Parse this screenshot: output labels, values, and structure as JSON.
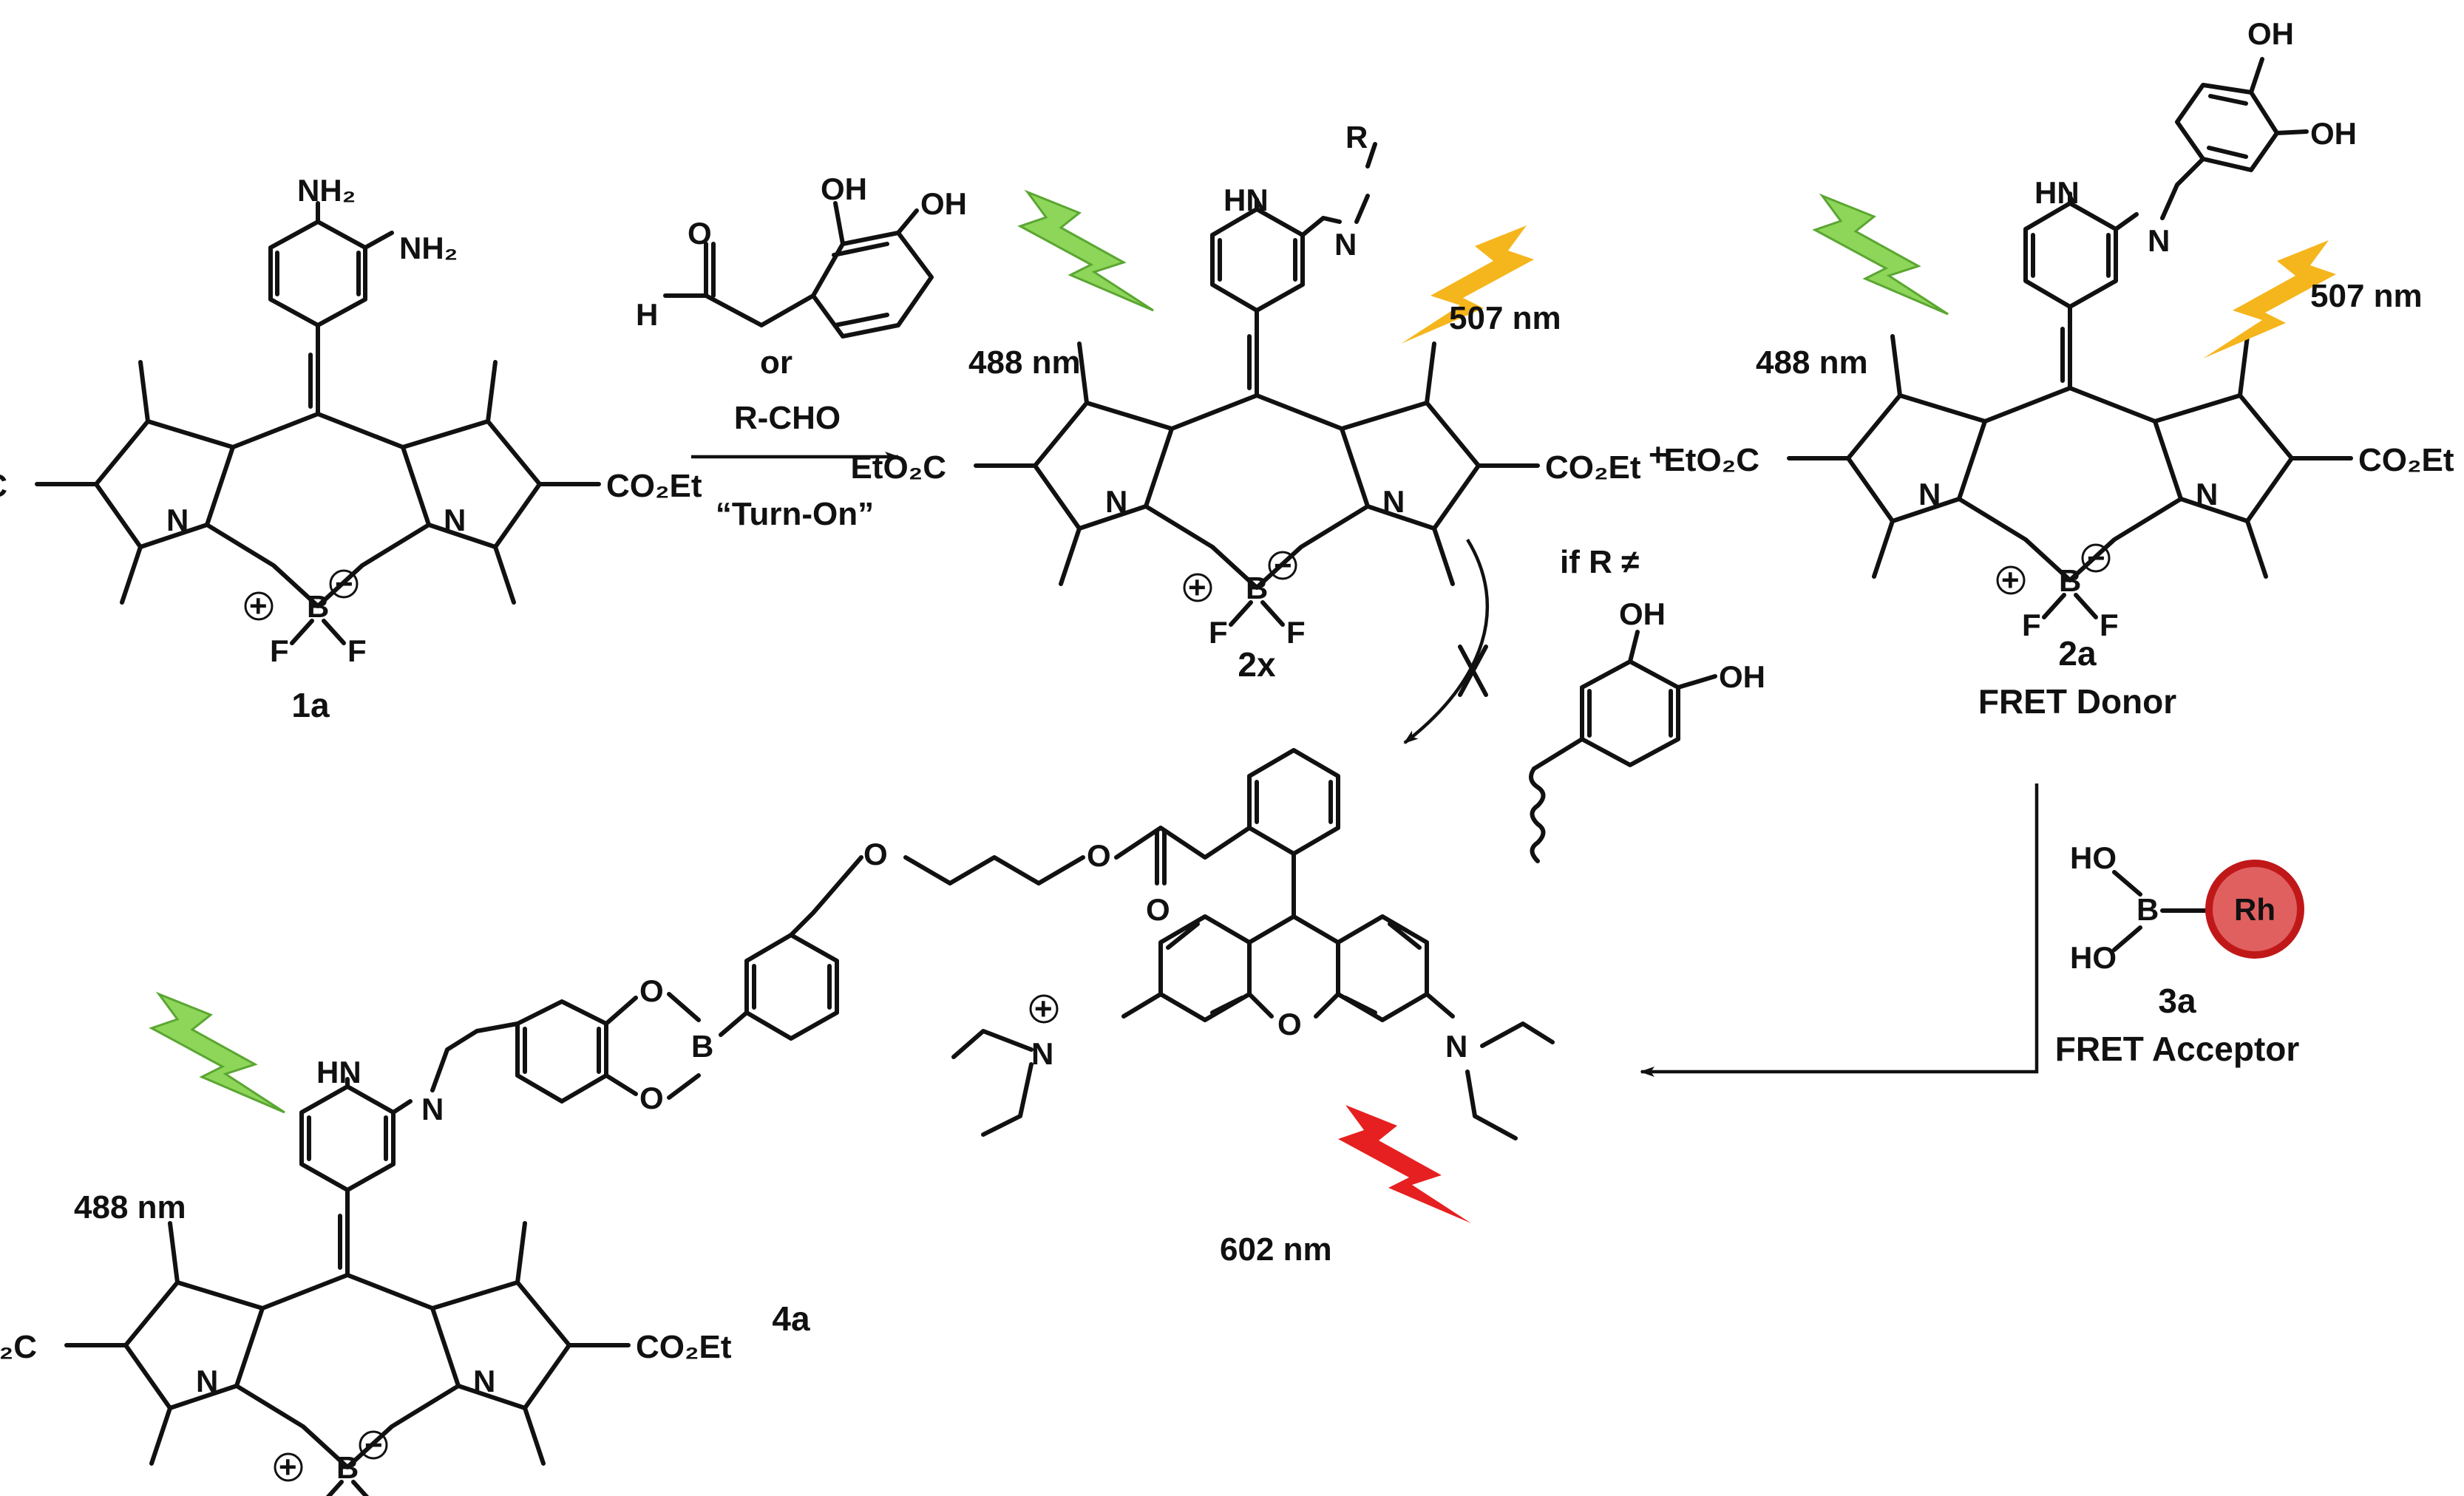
{
  "colors": {
    "ink": "#111111",
    "excite_green": "#8ed65a",
    "excite_green_stroke": "#5aa632",
    "emit_yellow": "#f5b51c",
    "emit_red": "#e62020",
    "rh_fill": "#e06060",
    "rh_stroke": "#c01818"
  },
  "atoms": {
    "nh2": "NH₂",
    "oh": "OH",
    "o": "O",
    "h": "H",
    "hn": "HN",
    "n": "N",
    "r": "R",
    "b": "B",
    "f": "F",
    "ho": "HO",
    "rh": "Rh",
    "plus": "+",
    "minus": "−",
    "eto2c": "EtO₂C",
    "co2et": "CO₂Et"
  },
  "reaction": {
    "or_label": "or",
    "rcho_label": "R-CHO",
    "turn_on_label": "“Turn-On”",
    "plus_sign": "+",
    "condition_label": "if R ≠"
  },
  "compounds": {
    "c1a": {
      "id": "1a"
    },
    "c2x": {
      "id": "2x",
      "excitation": "488 nm",
      "emission": "507 nm"
    },
    "c2a": {
      "id": "2a",
      "role": "FRET Donor",
      "excitation": "488 nm",
      "emission": "507 nm"
    },
    "c3a": {
      "id": "3a",
      "role": "FRET Acceptor"
    },
    "c4a": {
      "id": "4a",
      "excitation": "488 nm",
      "emission": "602 nm"
    }
  }
}
